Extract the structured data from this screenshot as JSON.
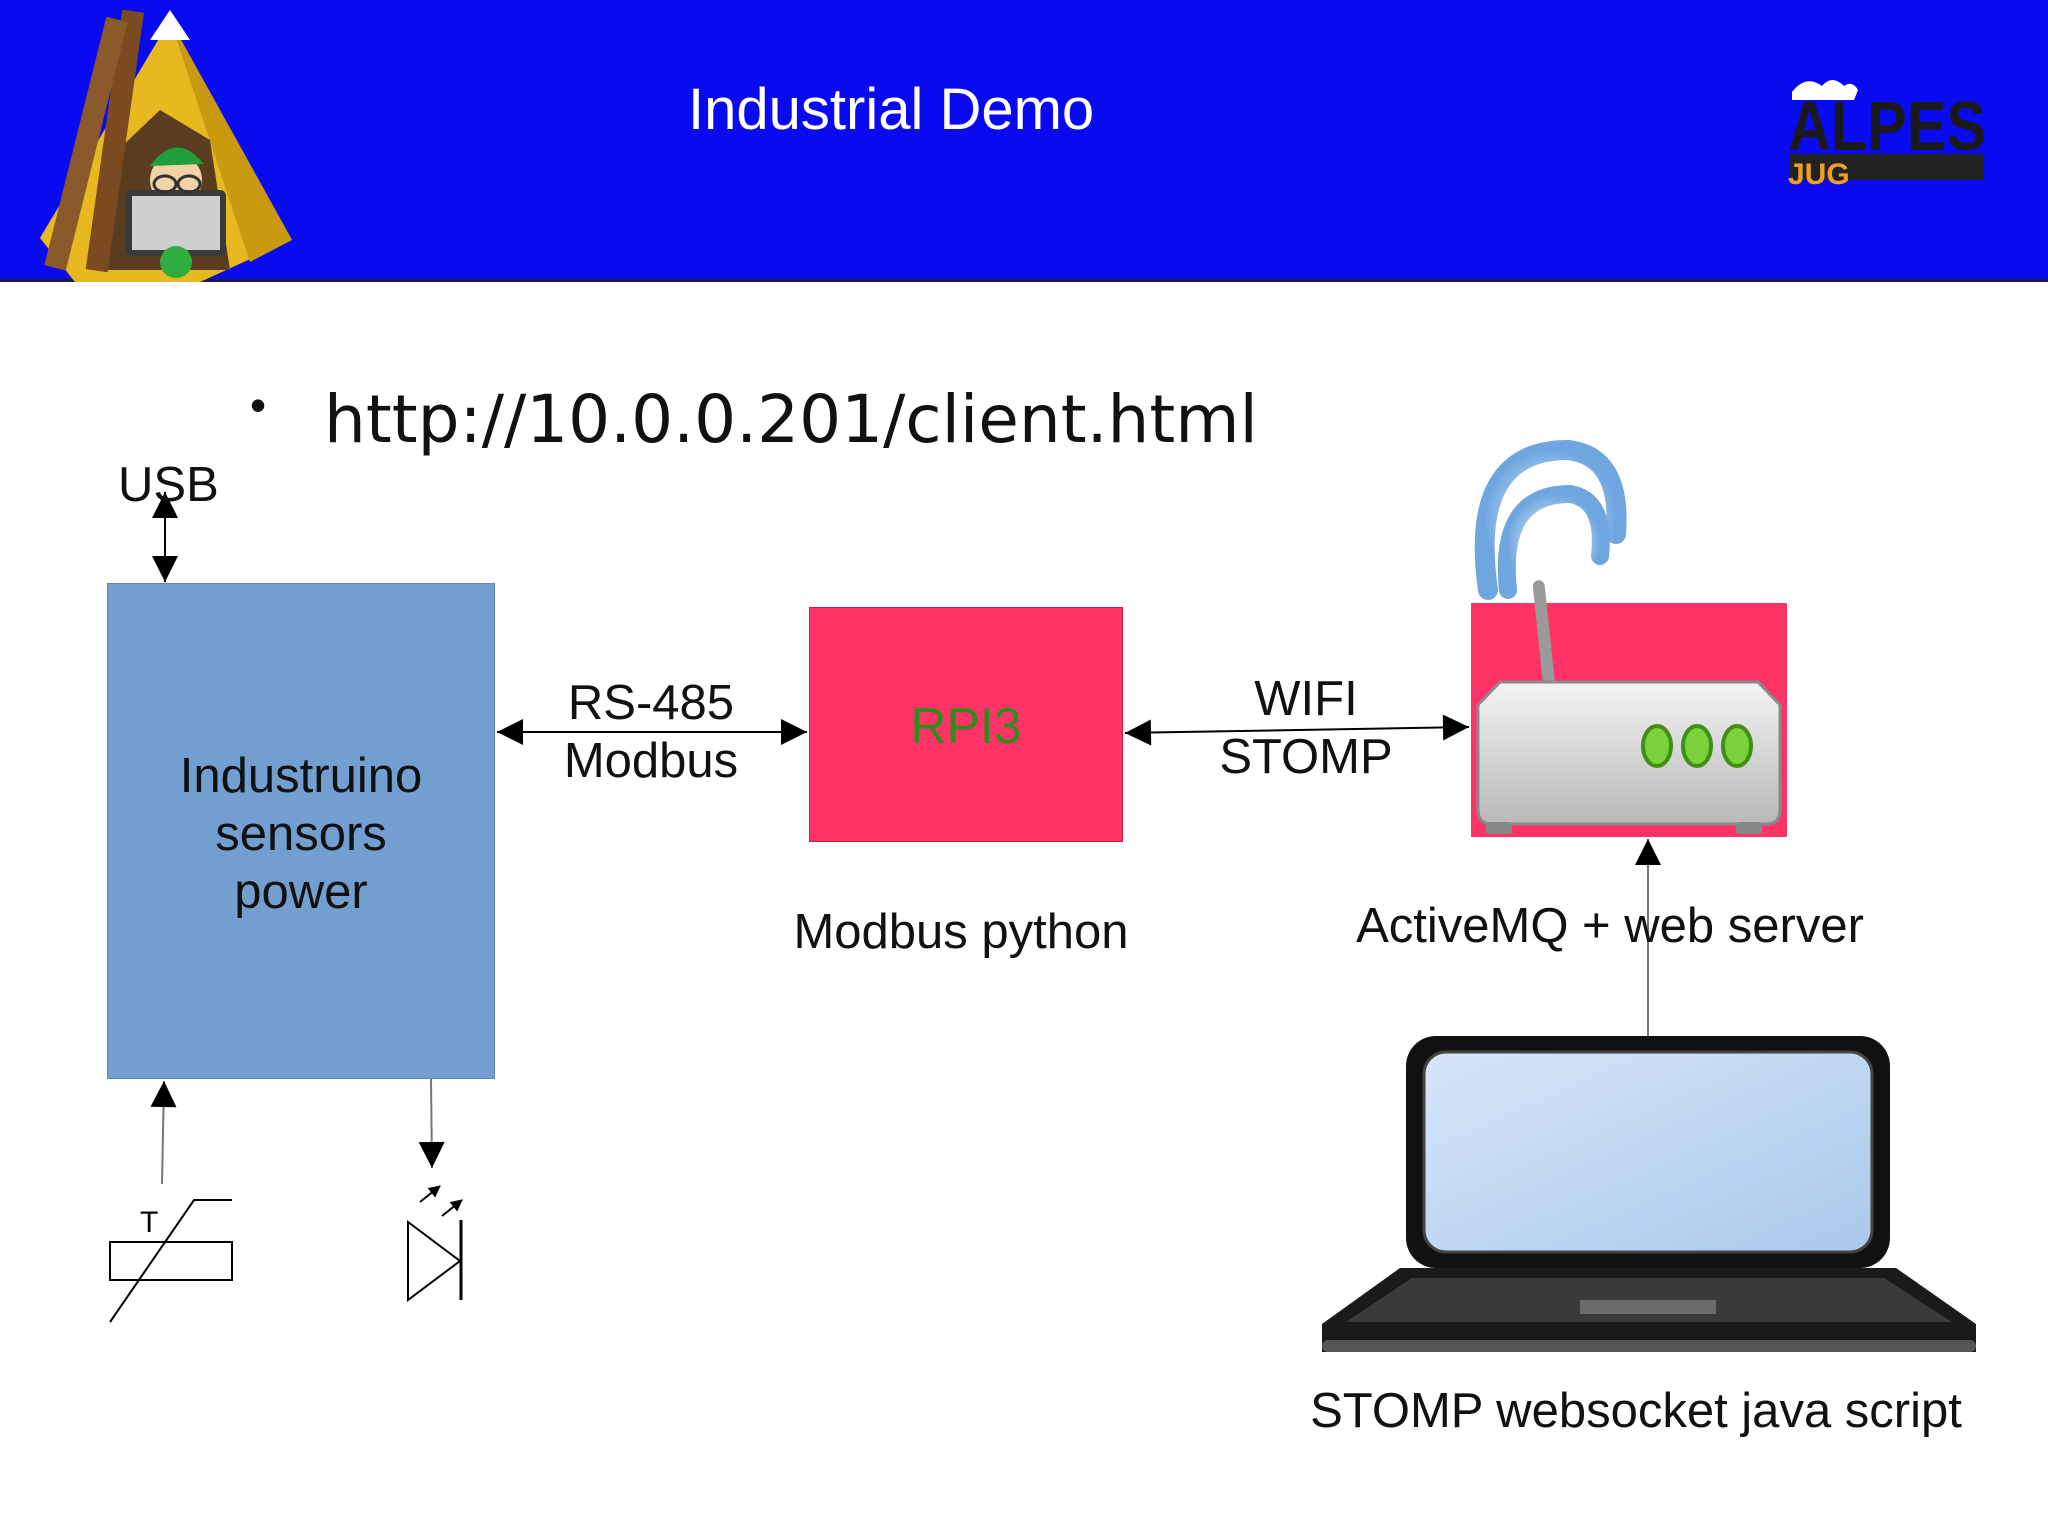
{
  "header": {
    "title": "Industrial Demo",
    "background_color": "#0a0af0",
    "left_logo_icon": "tent-mascot-logo",
    "right_logo": {
      "icon": "alpes-jug-logo",
      "text_main": "ALPES",
      "text_sub": "JUG"
    }
  },
  "bullet": {
    "marker": "•",
    "text": "http://10.0.0.201/client.html"
  },
  "diagram": {
    "usb_label": "USB",
    "industruino": {
      "lines": [
        "Industruino",
        "sensors",
        "power"
      ],
      "color": "#729fcf"
    },
    "rs485": {
      "line1": "RS-485",
      "line2": "Modbus"
    },
    "rpi": {
      "label": "RPI3",
      "caption": "Modbus python",
      "color": "#ff3366",
      "label_color": "#2e8b1e"
    },
    "wifi": {
      "line1": "WIFI",
      "line2": "STOMP"
    },
    "router": {
      "icon": "wifi-router-icon",
      "caption": "ActiveMQ + web server",
      "color": "#ff3366"
    },
    "laptop": {
      "icon": "laptop-icon",
      "caption": "STOMP websocket java script"
    },
    "thermistor": {
      "icon": "thermistor-icon",
      "label": "T"
    },
    "led": {
      "icon": "led-icon"
    }
  }
}
